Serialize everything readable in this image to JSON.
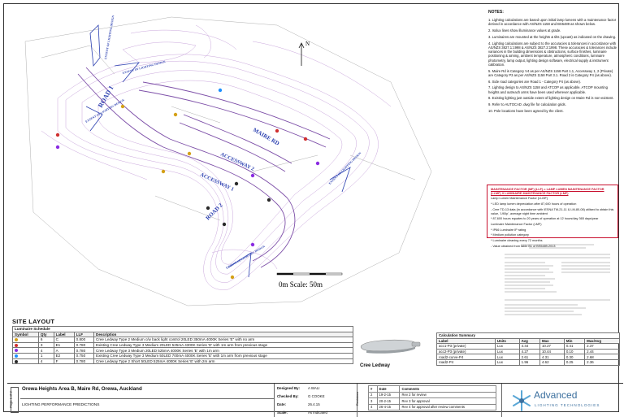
{
  "notes": {
    "heading": "NOTES:",
    "items": [
      "1. Lighting calculations are based upon initial lamp lumens with a maintenance factor derived in accordance with AS/NZS 1158 and BS5489 as shown below.",
      "2. Isolux lines show illuminance values at grade.",
      "3. Luminaires are mounted at the heights & tilts (upcast) as indicated on the drawing.",
      "4. Lighting calculations are subject to the accuracies & tolerances in accordance with AS/NZS 3827.1:1998 & AS/NZS 3827.2:1998. These accuracies & tolerances include variances in the building dimensions & obstructions, surface finishes, luminaire positioning & aiming, ambient temperature, atmospheric conditions, luminaire photometry, lamp output, lighting design software, electrical supply & instrument calibration.",
      "5. Maire Rd is Category V4 as per AS/NZS 1158 Part 1.1, Accessway 1, 2 (Private) are Category P3 as per AS/NZS 1158 Part 3.1. Road 2 is Category P4 (as above).",
      "6. Side road categories are Road 1 - Category P4 (as above).",
      "7. Lighting design to AS/NZS 1158 and ATCOP as applicable. ATCOP mounting heights and outreach arms have been used wherever applicable.",
      "8. Existing lighting just outside extent of lighting design on Maire Rd is non-existent.",
      "9. Refer to AUTOCAD .dwg file for calculation grids.",
      "10. Pole locations have been agreed by the client."
    ]
  },
  "maintenance": {
    "title": "MAINTENANCE FACTOR (MF) (LLF) = LAMP LUMEN MAINTENANCE FACTOR (LLMF) X LUMINAIRE MAINTENANCE FACTOR (LMF)",
    "llmf_title": "Lamp Lumen Maintenance Factor (LLMF)",
    "llmf_lines": [
      "* LED lamp lumen depreciation after 87,600 hours of operation",
      "- Cree TD-13 data (in accordance with IESNA TM-21-11 & LM-80-08) utilised to obtain this value, 'L90ip', average night time ambient",
      "* 87,600 hours equates to 20 years of operation at 12 hours/day 365 days/year"
    ],
    "lmf_title": "Luminaire Maintenance Factor (LMF)",
    "lmf_lines": [
      "* IP66 Luminaire IP rating",
      "* Medium pollution category",
      "* Luminaire cleaning every 72 months",
      "- Value obtained from table B1 of BS5489-2013"
    ]
  },
  "plan": {
    "north_label": "N",
    "scale_label": "0m   Scale:   50m",
    "road_labels": [
      "ROAD 1",
      "MAIRE RD",
      "ACCESSWAY 2",
      "ACCESSWAY 1",
      "ROAD 2"
    ],
    "extent_labels": [
      "EXTENT OF LIGHTING DESIGN",
      "EXTENT OF LIGHTING DESIGN",
      "EXTENT OF LIGHTING DESIGN",
      "EXTENT OF LIGHTING DESIGN",
      "EXTENT OF LIGHTING DESIGN"
    ]
  },
  "site_layout": {
    "title": "SITE LAYOUT",
    "schedule_caption": "Luminaire Schedule",
    "headers": [
      "Symbol",
      "Qty",
      "Label",
      "LLF",
      "Description"
    ],
    "rows": [
      {
        "color": "#d4a017",
        "qty": "6",
        "label": "C",
        "llf": "0.800",
        "desc": "Cree Ledway Type 2 Medium c/w back light control 20LED 350mA 4000K Series 'E\" with no arm"
      },
      {
        "color": "#d03030",
        "qty": "3",
        "label": "E1",
        "llf": "0.780",
        "desc": "Existing Cree Ledway Type 3 Medium 20LED 525mA 4300K Series 'D' with 1m arm from previous stage"
      },
      {
        "color": "#8a2be2",
        "qty": "4",
        "label": "A",
        "llf": "0.780",
        "desc": "Cree Ledway Type 3 Medium 20LED 525mA 4000K Series 'E' with 1m arm"
      },
      {
        "color": "#1e90ff",
        "qty": "1",
        "label": "E2",
        "llf": "0.750",
        "desc": "Existing Cree Ledway Type 3 Medium 50LED 700mA 4000K Series 'E' with 1m arm from previous stage"
      },
      {
        "color": "#2a2a2a",
        "qty": "4",
        "label": "F",
        "llf": "0.780",
        "desc": "Cree Ledway Type 2 Short 50LED 525mA 4000K Series 'E' with 2m arm"
      }
    ]
  },
  "product": {
    "label": "Cree Ledway"
  },
  "calc_summary": {
    "caption": "Calculation Summary",
    "headers": [
      "Label",
      "Units",
      "Avg",
      "Max",
      "Min",
      "Max/Avg"
    ],
    "rows": [
      [
        "acc1-P3 (private)",
        "Lux",
        "4.44",
        "10.27",
        "0.41",
        "2.37"
      ],
      [
        "acc2-P3 (private)",
        "Lux",
        "4.27",
        "10.44",
        "0.10",
        "2.44"
      ],
      [
        "road2-curve-P4",
        "Lux",
        "2.61",
        "4.31",
        "0.30",
        "2.68"
      ],
      [
        "road2-P4",
        "Lux",
        "1.96",
        "4.62",
        "0.25",
        "2.36"
      ]
    ]
  },
  "title_block": {
    "page": "Page 1 of 2",
    "project": "Orewa Heights Area B, Maire Rd, Orewa, Auckland",
    "subtitle": "LIGHTING PERFORMANCE PREDICTIONS",
    "meta": [
      {
        "k": "Designed By:",
        "v": "A WALI"
      },
      {
        "k": "Checked By:",
        "v": "G COOKE"
      },
      {
        "k": "Date:",
        "v": "26.4.15"
      },
      {
        "k": "Scale:",
        "v": "As indicated"
      }
    ],
    "revisions_label": "Revisions",
    "rev_headers": [
      "#",
      "Date",
      "Comments"
    ],
    "revisions": [
      [
        "2",
        "19-2-15",
        "Rev 2 for review"
      ],
      [
        "3",
        "20-2-15",
        "Rev 3 for approval"
      ],
      [
        "4",
        "26-4-15",
        "Rev 4 for approval after review comments"
      ]
    ]
  },
  "logo": {
    "name": "Advanced",
    "tagline": "LIGHTING TECHNOLOGIES"
  },
  "colors": {
    "accent": "#3b6f9e",
    "red": "#c8102e",
    "contour": "#a970c8",
    "road_blue": "#2a3fb0"
  }
}
